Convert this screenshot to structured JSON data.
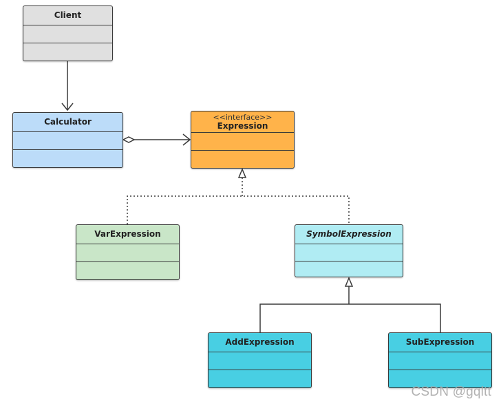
{
  "classes": {
    "client": {
      "name": "Client"
    },
    "calculator": {
      "name": "Calculator"
    },
    "expression": {
      "stereotype": "<<interface>>",
      "name": "Expression"
    },
    "var_expression": {
      "name": "VarExpression"
    },
    "symbol_expression": {
      "name": "SymbolExpression"
    },
    "add_expression": {
      "name": "AddExpression"
    },
    "sub_expression": {
      "name": "SubExpression"
    }
  },
  "colors": {
    "client": "#e0e0e0",
    "calculator": "#bcdcf9",
    "expression": "#ffb34a",
    "var_expression": "#c9e6c8",
    "symbol_expression": "#b0ecf3",
    "concrete_expression": "#48cfe3",
    "line": "#3a3a3a"
  },
  "relations": [
    {
      "type": "association",
      "from": "Client",
      "to": "Calculator"
    },
    {
      "type": "aggregation",
      "from": "Calculator",
      "to": "Expression"
    },
    {
      "type": "realization",
      "from": "VarExpression",
      "to": "Expression"
    },
    {
      "type": "realization",
      "from": "SymbolExpression",
      "to": "Expression"
    },
    {
      "type": "generalization",
      "from": "AddExpression",
      "to": "SymbolExpression"
    },
    {
      "type": "generalization",
      "from": "SubExpression",
      "to": "SymbolExpression"
    }
  ],
  "watermark": "CSDN @gqltt"
}
